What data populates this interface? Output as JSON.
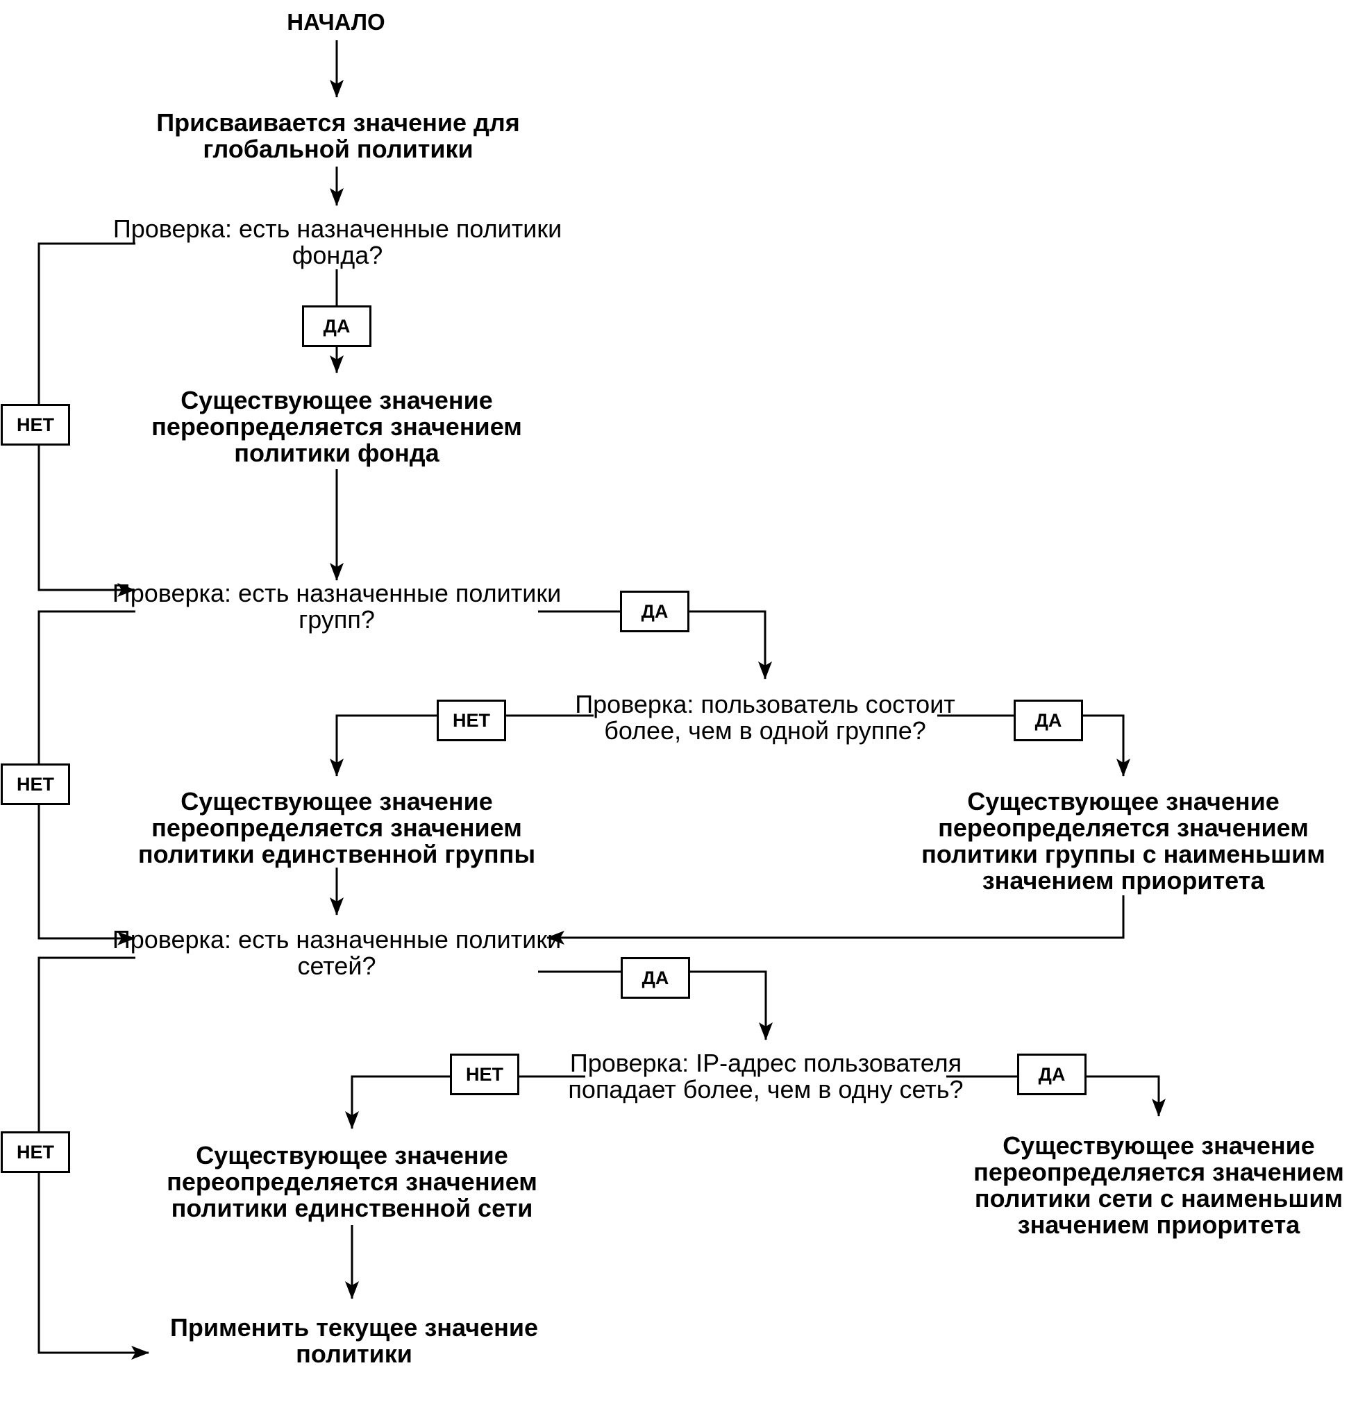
{
  "diagram": {
    "branch_labels": {
      "yes": "ДА",
      "no": "НЕТ"
    },
    "colors": {
      "line": "#000000",
      "background": "#ffffff",
      "text": "#000000"
    },
    "nodes": {
      "start": {
        "lines": [
          "НАЧАЛО"
        ]
      },
      "assign_global": {
        "lines": [
          "Присваивается значение для",
          "глобальной политики"
        ]
      },
      "check_fund": {
        "lines": [
          "Проверка: есть назначенные политики",
          "фонда?"
        ]
      },
      "override_fund": {
        "lines": [
          "Существующее значение",
          "переопределяется значением",
          "политики фонда"
        ]
      },
      "check_groups": {
        "lines": [
          "Проверка: есть назначенные политики",
          "групп?"
        ]
      },
      "check_user_groups": {
        "lines": [
          "Проверка: пользователь состоит",
          "более, чем в одной группе?"
        ]
      },
      "override_single_group": {
        "lines": [
          "Существующее значение",
          "переопределяется значением",
          "политики единственной группы"
        ]
      },
      "override_priority_group": {
        "lines": [
          "Существующее значение",
          "переопределяется значением",
          "политики группы с наименьшим",
          "значением приоритета"
        ]
      },
      "check_networks": {
        "lines": [
          "Проверка: есть назначенные политики",
          "сетей?"
        ]
      },
      "check_ip_networks": {
        "lines": [
          "Проверка: IP-адрес пользователя",
          "попадает более, чем в одну сеть?"
        ]
      },
      "override_single_network": {
        "lines": [
          "Существующее значение",
          "переопределяется значением",
          "политики единственной сети"
        ]
      },
      "override_priority_network": {
        "lines": [
          "Существующее значение",
          "переопределяется значением",
          "политики сети с наименьшим",
          "значением приоритета"
        ]
      },
      "apply_policy": {
        "lines": [
          "Применить текущее значение",
          "политики"
        ]
      }
    }
  }
}
